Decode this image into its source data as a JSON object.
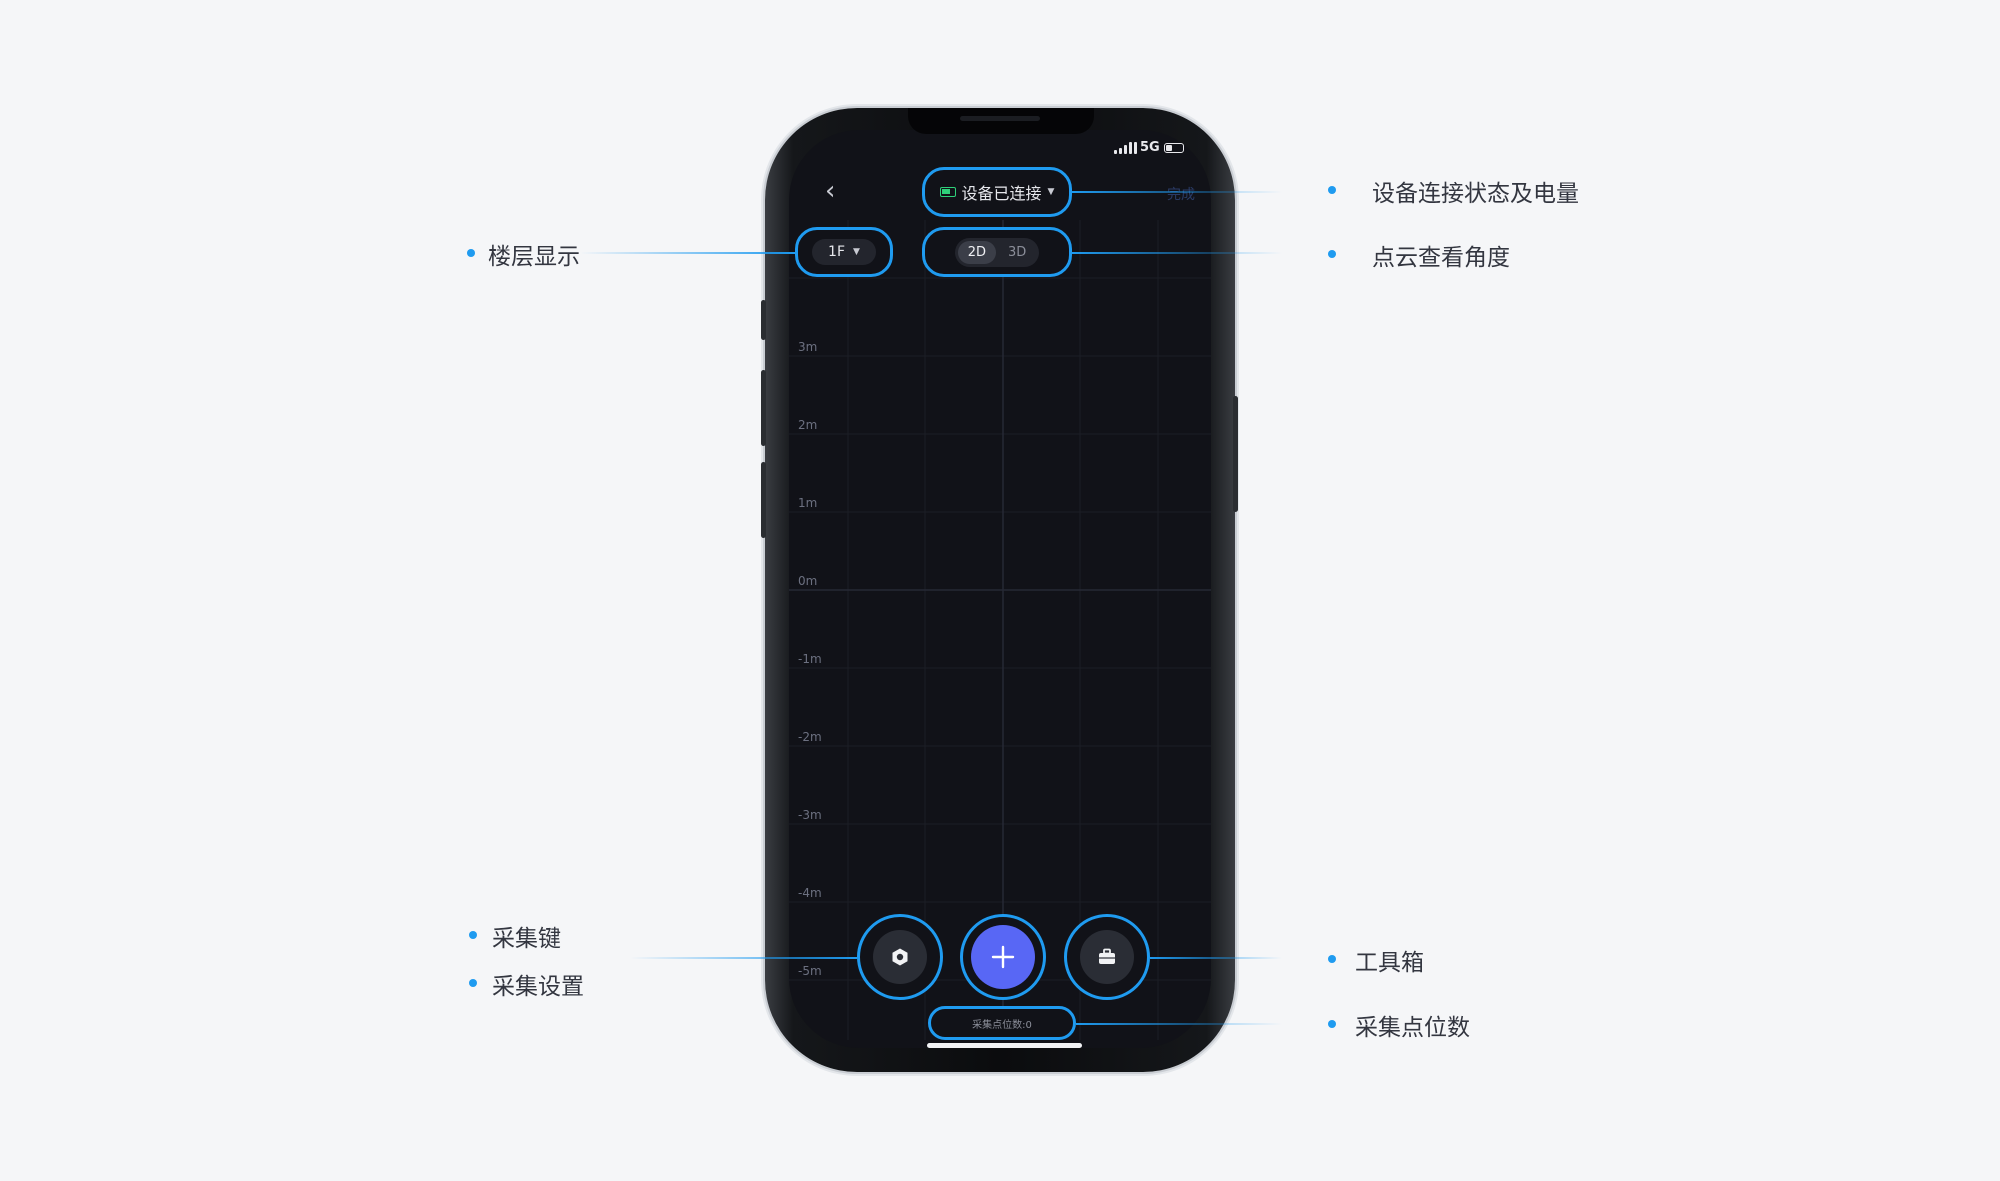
{
  "status_bar": {
    "network": "5G"
  },
  "header": {
    "device_status": "设备已连接",
    "done_label": "完成",
    "battery_color": "#2fd07a"
  },
  "floor_selector": {
    "value": "1F"
  },
  "view_toggle": {
    "options": [
      "2D",
      "3D"
    ],
    "selected": "2D"
  },
  "axis_labels": [
    "3m",
    "2m",
    "1m",
    "0m",
    "-1m",
    "-2m",
    "-3m",
    "-4m",
    "-5m"
  ],
  "bottom": {
    "point_count_label": "采集点位数:0"
  },
  "annotations": {
    "device_connection": "设备连接状态及电量",
    "view_angle": "点云查看角度",
    "floor_display": "楼层显示",
    "capture_key": "采集键",
    "capture_settings": "采集设置",
    "toolbox": "工具箱",
    "point_count": "采集点位数"
  },
  "colors": {
    "accent": "#1f9bf0",
    "capture": "#5867f5",
    "screen": "#111218",
    "background": "#f5f6f8"
  },
  "icons": [
    "back-chevron-icon",
    "battery-icon",
    "caret-down-icon",
    "settings-hex-icon",
    "plus-icon",
    "toolbox-icon",
    "signal-icon"
  ]
}
